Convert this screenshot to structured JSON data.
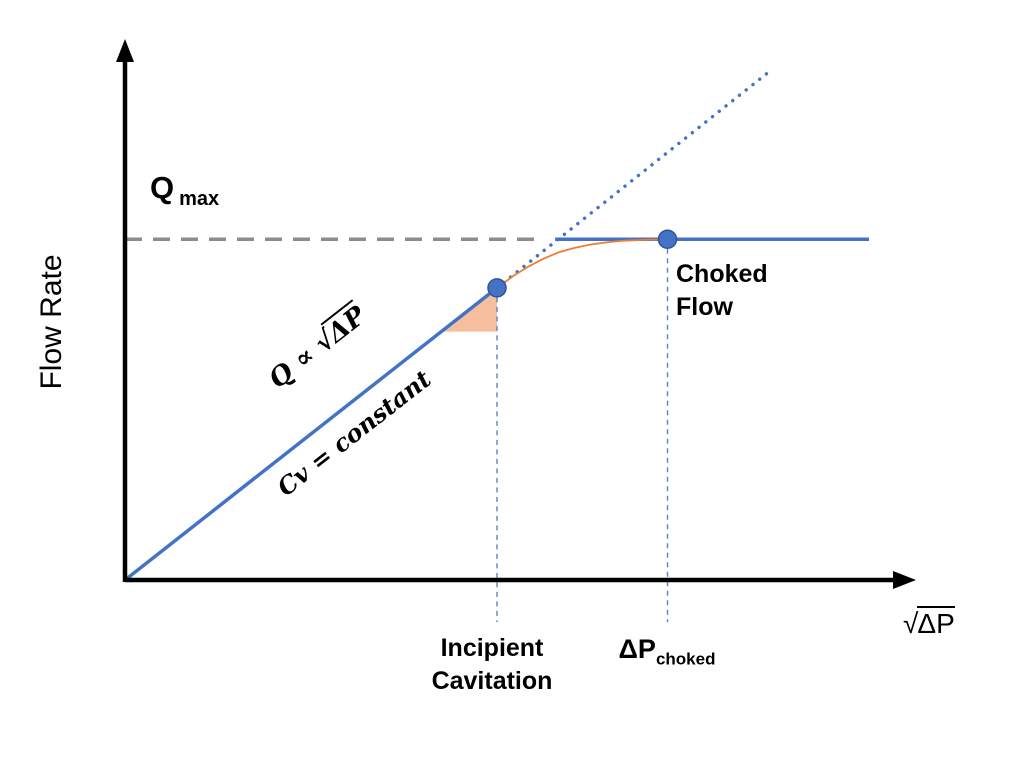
{
  "title": "Valve flow curve: choked flow and incipient cavitation",
  "colors": {
    "line_blue": "#4472C4",
    "marker_ring": "#2F5597",
    "curve_orange": "#ED7D31",
    "triangle_fill": "#F5BE9E",
    "dashed_gray": "#8C8C8C",
    "dropline_blue": "#5B84C4",
    "axis_black": "#000000"
  },
  "labels": {
    "y_axis": "Flow Rate",
    "q_max": {
      "main": "Q",
      "sub": "max"
    },
    "proportionality": {
      "prefix": "Q ∝ ",
      "radical": "√",
      "radicand": "ΔP"
    },
    "cv_constant": "Cv = constant",
    "choked_flow": {
      "line1": "Choked",
      "line2": "Flow"
    },
    "incipient": {
      "line1": "Incipient",
      "line2": "Cavitation"
    },
    "dp_choked": {
      "main": "ΔP",
      "sub": "choked"
    },
    "x_axis": {
      "radical": "√",
      "radicand": "ΔP"
    }
  },
  "chart_data": {
    "type": "line",
    "title": "",
    "xlabel": "√ΔP",
    "ylabel": "Flow Rate",
    "x_range": [
      0,
      10
    ],
    "y_range": [
      0,
      10
    ],
    "grid": false,
    "q_max_level": 6.31,
    "key_points": {
      "incipient_cavitation": {
        "x": 4.8,
        "y": 5.41
      },
      "choked_flow": {
        "x": 7.0,
        "y": 6.31
      }
    },
    "series": [
      {
        "name": "qmax-dashed-line",
        "style": "dashed",
        "color": "#8C8C8C",
        "width": 3.5,
        "points": [
          [
            0,
            6.31
          ],
          [
            5.35,
            6.31
          ]
        ]
      },
      {
        "name": "incipient-dropline",
        "style": "dashed-thin",
        "color": "#5B84C4",
        "width": 1.4,
        "points": [
          [
            4.8,
            5.41
          ],
          [
            4.8,
            -0.78
          ]
        ]
      },
      {
        "name": "choked-dropline",
        "style": "dashed-thin",
        "color": "#5B84C4",
        "width": 1.4,
        "points": [
          [
            7.0,
            6.31
          ],
          [
            7.0,
            -0.78
          ]
        ]
      },
      {
        "name": "linear-region-line",
        "style": "solid",
        "color": "#4472C4",
        "width": 3.5,
        "points": [
          [
            0,
            0
          ],
          [
            4.8,
            5.41
          ]
        ]
      },
      {
        "name": "extrapolated-linear-dotted",
        "style": "dotted",
        "color": "#4472C4",
        "width": 3.4,
        "points": [
          [
            4.8,
            5.41
          ],
          [
            8.3,
            9.4
          ]
        ]
      },
      {
        "name": "choked-flow-horizontal-line",
        "style": "solid",
        "color": "#4472C4",
        "width": 3.5,
        "points": [
          [
            5.55,
            6.31
          ],
          [
            9.6,
            6.31
          ]
        ]
      },
      {
        "name": "transition-curve",
        "style": "solid",
        "color": "#ED7D31",
        "width": 1.8,
        "points": [
          [
            4.8,
            5.41
          ],
          [
            5.0,
            5.62
          ],
          [
            5.2,
            5.8
          ],
          [
            5.4,
            5.95
          ],
          [
            5.6,
            6.07
          ],
          [
            5.8,
            6.15
          ],
          [
            6.0,
            6.21
          ],
          [
            6.2,
            6.25
          ],
          [
            6.4,
            6.28
          ],
          [
            6.7,
            6.3
          ],
          [
            7.0,
            6.31
          ]
        ]
      }
    ],
    "shaded_triangle": {
      "color": "#F5BE9E",
      "points": [
        [
          4.1,
          4.6
        ],
        [
          4.8,
          5.41
        ],
        [
          4.8,
          4.6
        ]
      ]
    },
    "markers": [
      {
        "name": "incipient-cavitation-point",
        "x": 4.8,
        "y": 5.41
      },
      {
        "name": "choked-flow-point",
        "x": 7.0,
        "y": 6.31
      }
    ]
  }
}
